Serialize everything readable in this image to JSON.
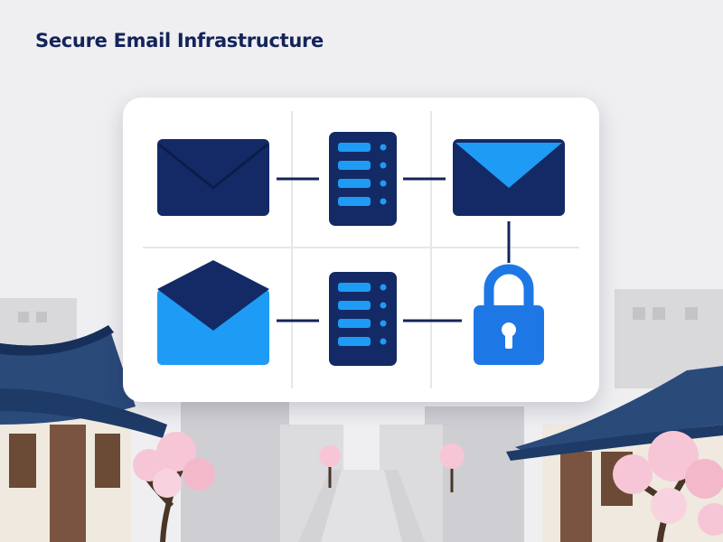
{
  "title": "Secure Email Infrastructure",
  "colors": {
    "navy": "#142a66",
    "sky": "#1e9cf5",
    "lock": "#1d78e6",
    "blossom": "#f6c6d6",
    "roof": "#2a4a7a"
  },
  "diagram": {
    "nodes": [
      {
        "id": "mail-outgoing",
        "icon": "envelope-closed-icon"
      },
      {
        "id": "server-top",
        "icon": "server-icon"
      },
      {
        "id": "mail-received",
        "icon": "envelope-highlight-icon"
      },
      {
        "id": "mail-open",
        "icon": "envelope-open-icon"
      },
      {
        "id": "server-bottom",
        "icon": "server-icon"
      },
      {
        "id": "encryption-lock",
        "icon": "padlock-icon"
      }
    ],
    "edges": [
      [
        "mail-outgoing",
        "server-top"
      ],
      [
        "server-top",
        "mail-received"
      ],
      [
        "mail-received",
        "encryption-lock"
      ],
      [
        "mail-open",
        "server-bottom"
      ],
      [
        "server-bottom",
        "encryption-lock"
      ]
    ]
  }
}
